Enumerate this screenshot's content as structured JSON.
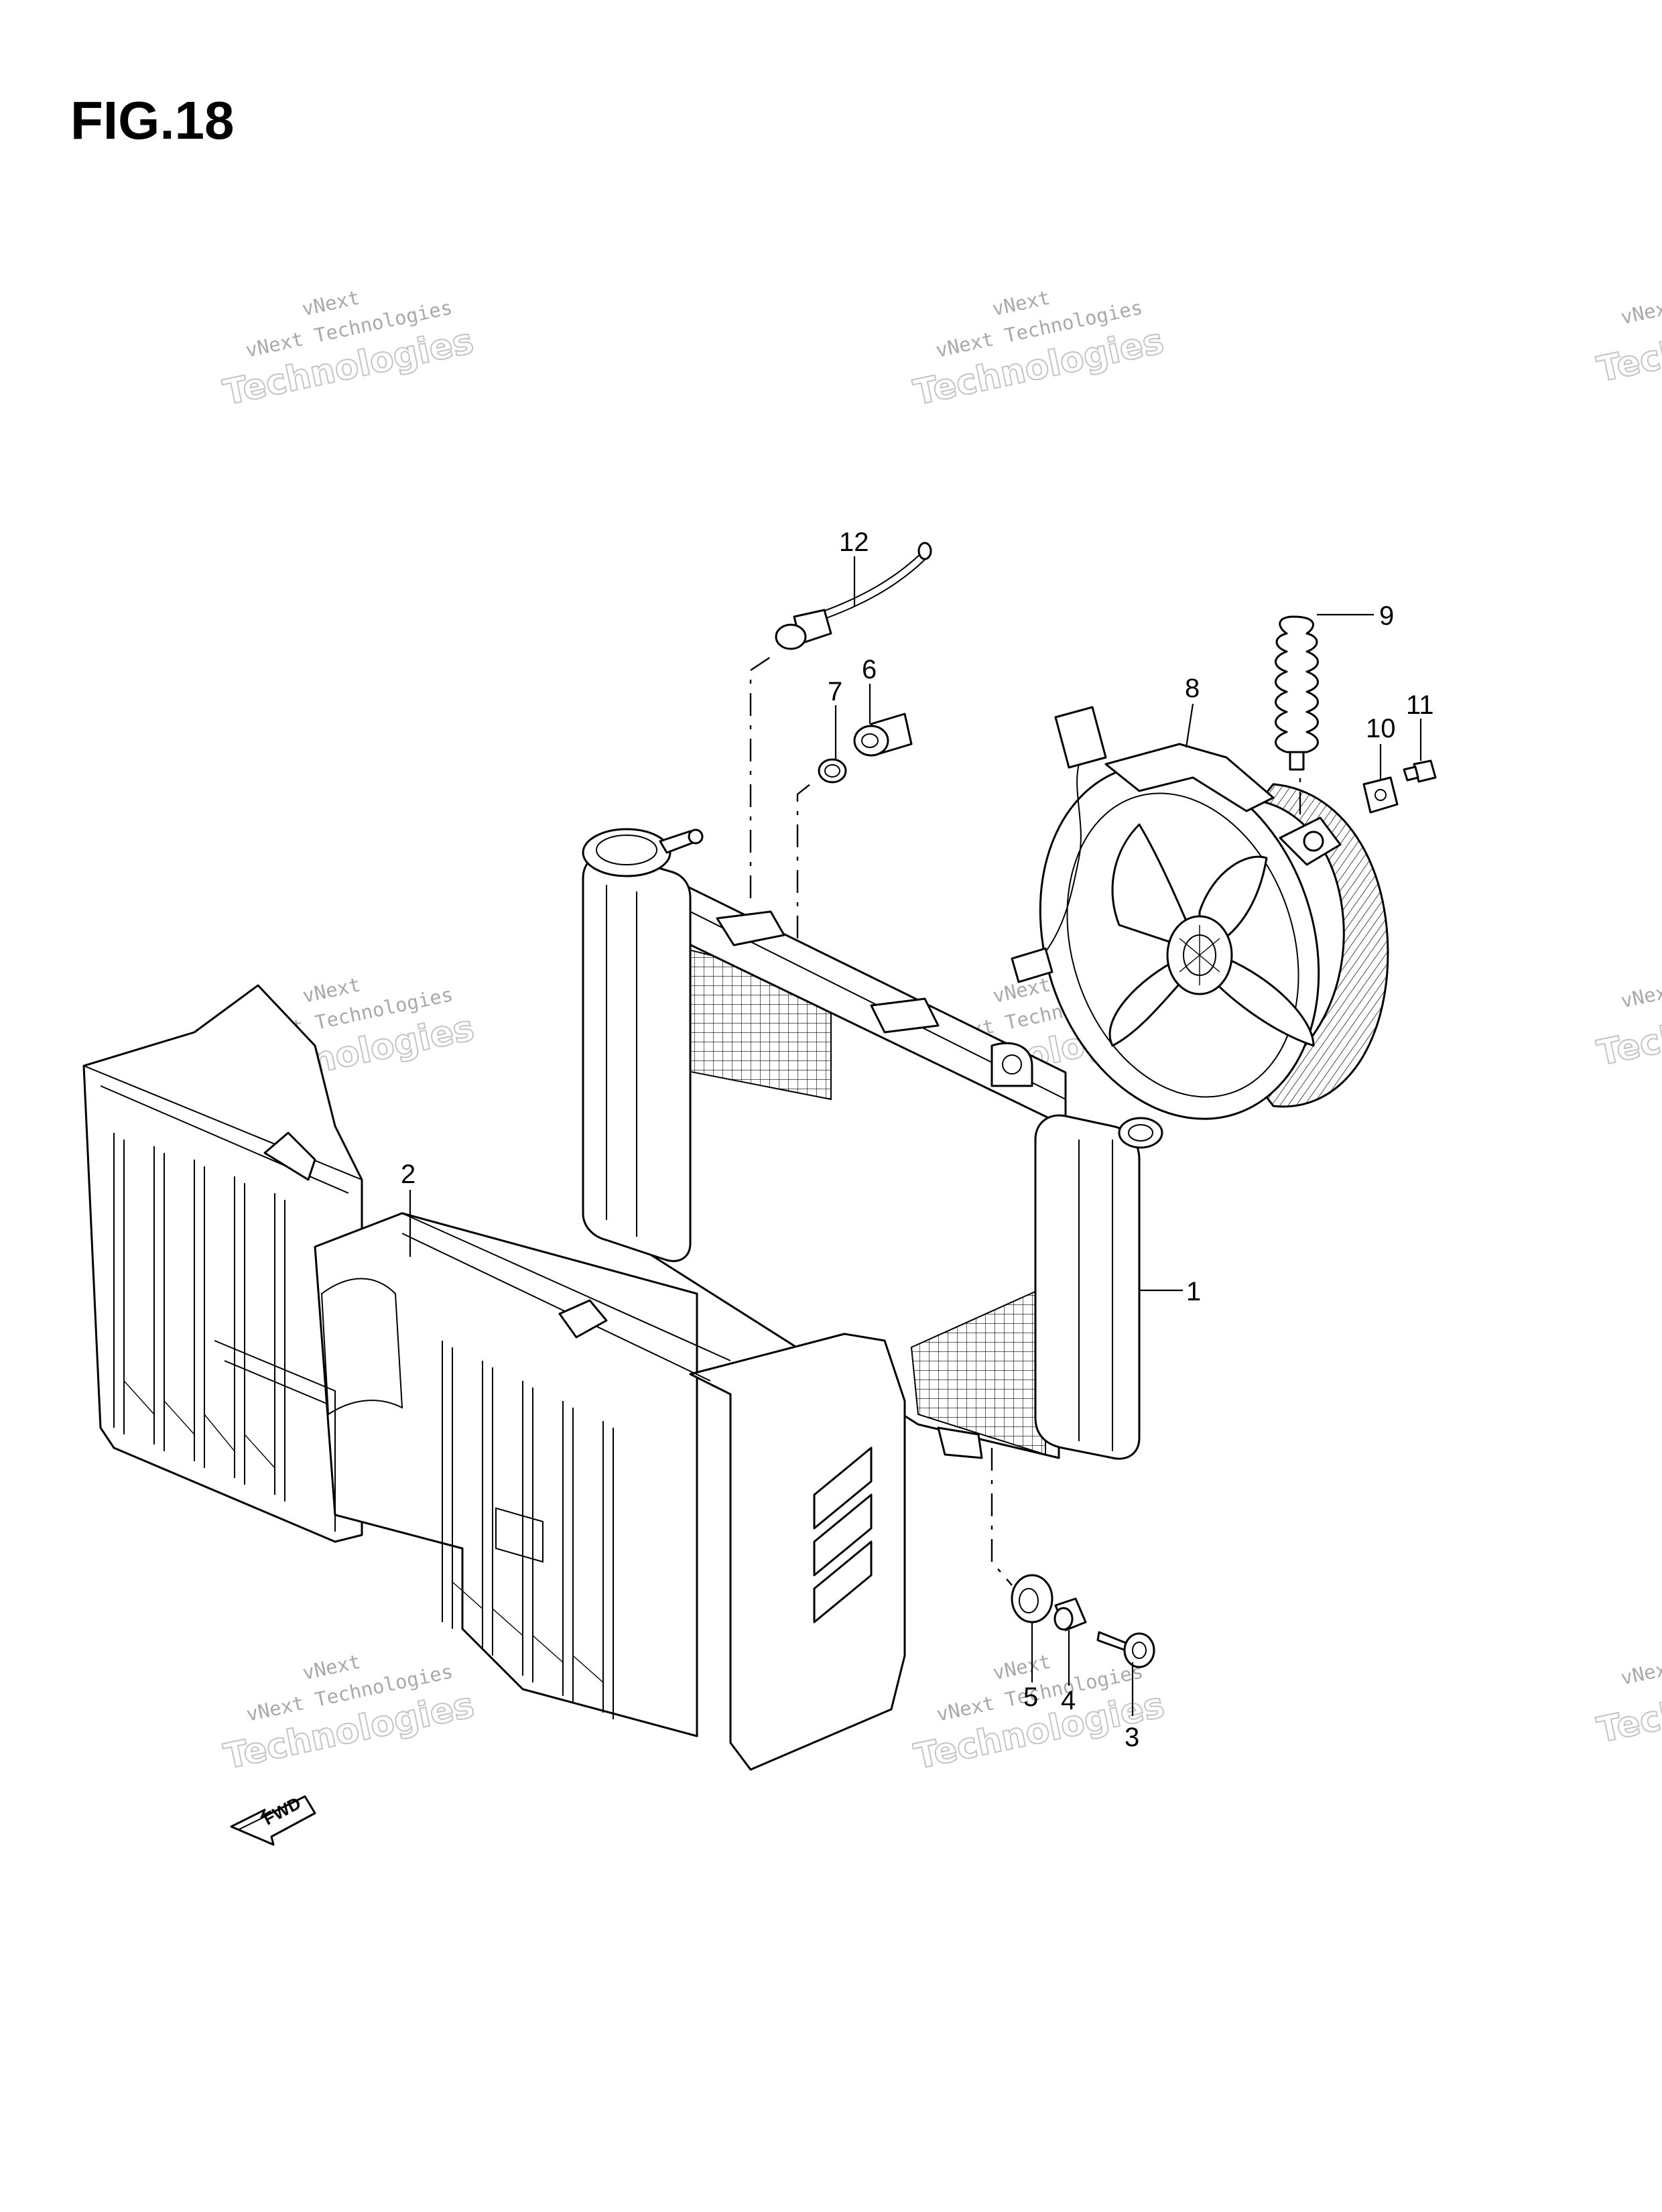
{
  "figure": {
    "title": "FIG.18"
  },
  "callouts": [
    {
      "id": "1",
      "text": "1"
    },
    {
      "id": "2",
      "text": "2"
    },
    {
      "id": "3",
      "text": "3"
    },
    {
      "id": "4",
      "text": "4"
    },
    {
      "id": "5",
      "text": "5"
    },
    {
      "id": "6",
      "text": "6"
    },
    {
      "id": "7",
      "text": "7"
    },
    {
      "id": "8",
      "text": "8"
    },
    {
      "id": "9",
      "text": "9"
    },
    {
      "id": "10",
      "text": "10"
    },
    {
      "id": "11",
      "text": "11"
    },
    {
      "id": "12",
      "text": "12"
    }
  ],
  "watermark": {
    "brand": "vNext",
    "line": "vNext Technologies",
    "big": "Technologies"
  },
  "direction_badge": {
    "text": "FWD"
  },
  "colors": {
    "ink": "#000000",
    "watermark": "#a9a9a9",
    "background": "#ffffff"
  }
}
